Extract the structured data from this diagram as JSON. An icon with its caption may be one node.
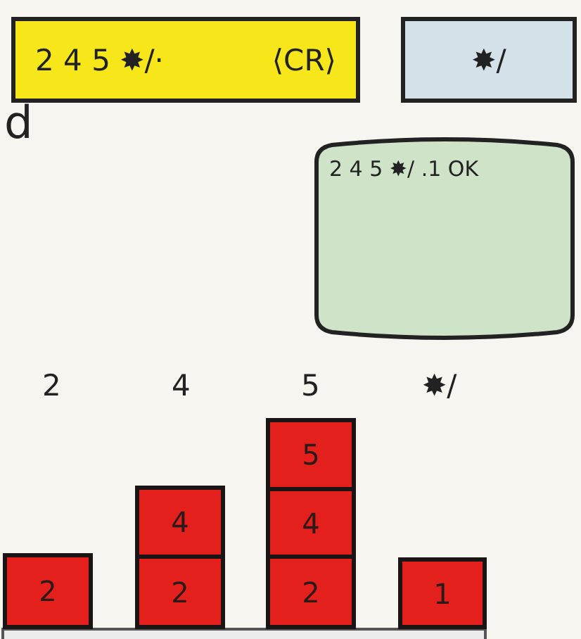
{
  "diagram": {
    "nodes": [
      {
        "text": [
          "2 4 5 ✸/·",
          "⟨CR⟩"
        ]
      },
      {
        "text": [
          "✸/"
        ]
      },
      {
        "text": [
          "2 4 5 ✸/ .1 OK"
        ]
      },
      {
        "text": [
          "2"
        ]
      },
      {
        "text": [
          "4"
        ]
      },
      {
        "text": [
          "2"
        ]
      },
      {
        "text": [
          "5"
        ]
      },
      {
        "text": [
          "4"
        ]
      },
      {
        "text": [
          "2"
        ]
      },
      {
        "text": [
          "1"
        ]
      }
    ],
    "labels": [
      "d",
      "2",
      "4",
      "5",
      "✸/"
    ]
  }
}
